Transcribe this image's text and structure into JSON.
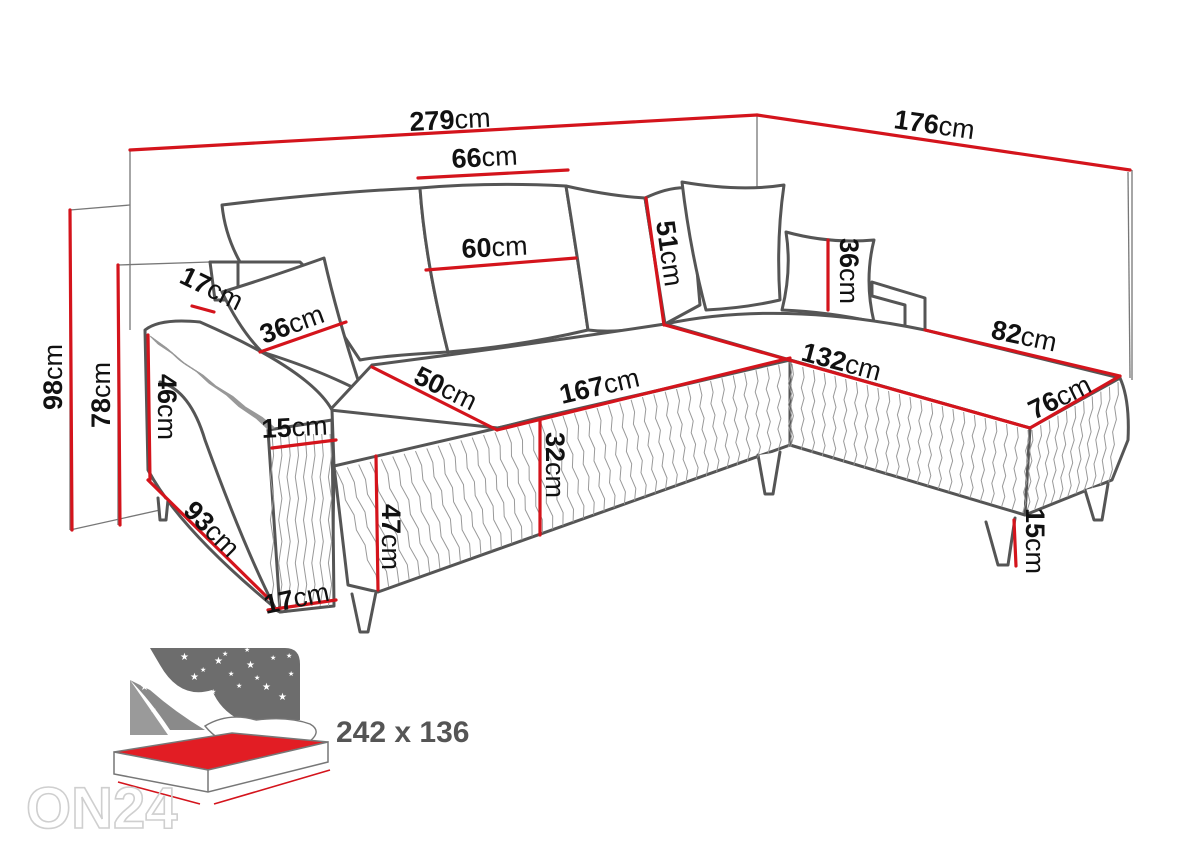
{
  "colors": {
    "dimension_line": "#d4141c",
    "outline": "#555555",
    "text": "#111111",
    "bed_fill": "#e21d24",
    "night_sky": "#6d6d6d"
  },
  "dimensions": {
    "total_width": {
      "value": "279",
      "unit": "cm"
    },
    "corner_depth": {
      "value": "176",
      "unit": "cm"
    },
    "cushion_width": {
      "value": "66",
      "unit": "cm"
    },
    "cushion_inner": {
      "value": "60",
      "unit": "cm"
    },
    "cushion_height": {
      "value": "51",
      "unit": "cm"
    },
    "small_pillow_right": {
      "value": "36",
      "unit": "cm"
    },
    "small_pillow_left": {
      "value": "36",
      "unit": "cm"
    },
    "armrest_top": {
      "value": "17",
      "unit": "cm"
    },
    "total_height": {
      "value": "98",
      "unit": "cm"
    },
    "back_height": {
      "value": "78",
      "unit": "cm"
    },
    "arm_height": {
      "value": "46",
      "unit": "cm"
    },
    "arm_width": {
      "value": "15",
      "unit": "cm"
    },
    "seat_depth": {
      "value": "50",
      "unit": "cm"
    },
    "seat_width": {
      "value": "167",
      "unit": "cm"
    },
    "chaise_seat": {
      "value": "132",
      "unit": "cm"
    },
    "chaise_back": {
      "value": "82",
      "unit": "cm"
    },
    "chaise_width": {
      "value": "76",
      "unit": "cm"
    },
    "base_height": {
      "value": "32",
      "unit": "cm"
    },
    "seat_height": {
      "value": "47",
      "unit": "cm"
    },
    "leg_height": {
      "value": "15",
      "unit": "cm"
    },
    "arm_depth": {
      "value": "93",
      "unit": "cm"
    },
    "arm_front": {
      "value": "17",
      "unit": "cm"
    }
  },
  "bed": {
    "size_label": "242 x 136"
  },
  "watermark": {
    "logo_text": "ON24"
  }
}
